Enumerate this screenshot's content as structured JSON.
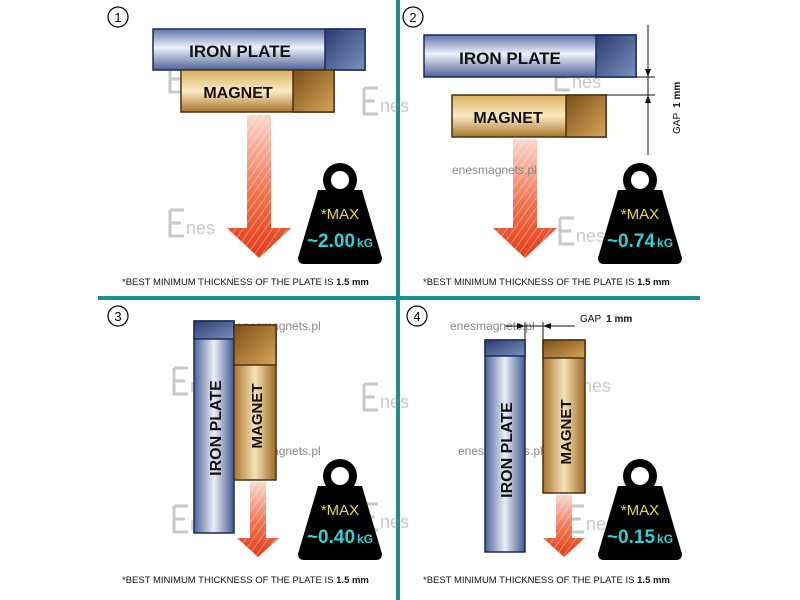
{
  "panels": [
    {
      "number": "1",
      "plate_label": "IRON PLATE",
      "magnet_label": "MAGNET",
      "max_label": "*MAX",
      "value": "~2.00",
      "unit": "kG",
      "note_prefix": "*BEST MINIMUM THICKNESS OF THE PLATE IS ",
      "note_value": "1.5 mm"
    },
    {
      "number": "2",
      "plate_label": "IRON PLATE",
      "magnet_label": "MAGNET",
      "max_label": "*MAX",
      "value": "~0.74",
      "unit": "kG",
      "gap_prefix": "GAP",
      "gap_value": "1 mm",
      "note_prefix": "*BEST MINIMUM THICKNESS OF THE PLATE IS ",
      "note_value": "1.5 mm"
    },
    {
      "number": "3",
      "plate_label": "IRON  PLATE",
      "magnet_label": "MAGNET",
      "max_label": "*MAX",
      "value": "~0.40",
      "unit": "kG",
      "note_prefix": "*BEST MINIMUM THICKNESS OF THE PLATE IS ",
      "note_value": "1.5 mm"
    },
    {
      "number": "4",
      "plate_label": "IRON PLATE",
      "magnet_label": "MAGNET",
      "max_label": "*MAX",
      "value": "~0.15",
      "unit": "kG",
      "gap_prefix": "GAP",
      "gap_value": "1 mm",
      "note_prefix": "*BEST MINIMUM THICKNESS OF THE PLATE IS ",
      "note_value": "1.5 mm"
    }
  ],
  "watermark": {
    "site": "enesmagnets.pl",
    "logo": "nes"
  },
  "colors": {
    "divider": "#1a9186",
    "arrow": "#e8401c",
    "weight": "#000000",
    "max_text": "#e6d84a",
    "value_text": "#2fd0d6",
    "plate": "#6a7fb4",
    "magnet": "#c99a45"
  }
}
